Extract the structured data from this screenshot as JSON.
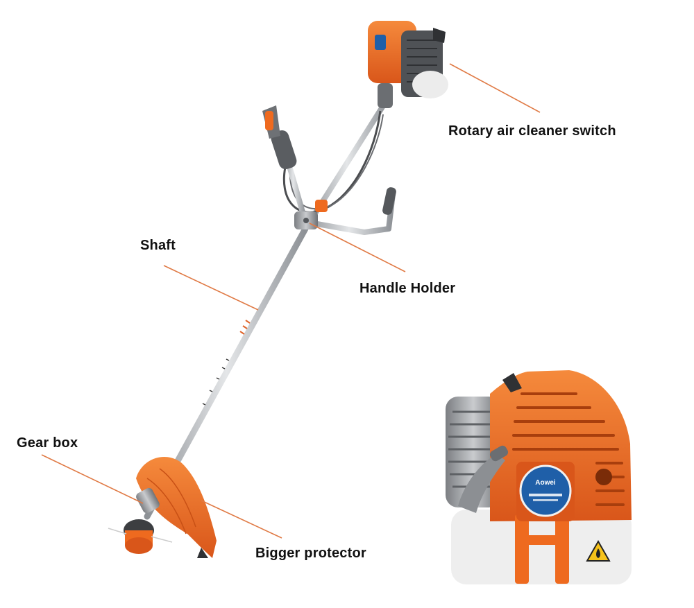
{
  "callouts": {
    "rotary_air_cleaner_switch": "Rotary air cleaner switch",
    "shaft": "Shaft",
    "handle_holder": "Handle Holder",
    "gear_box": "Gear box",
    "bigger_protector": "Bigger protector"
  },
  "engine_badge": {
    "brand": "Aowei"
  },
  "colors": {
    "accent_orange": "#ee6a1f",
    "callout_line": "#e07a45",
    "shaft_silver": "#b9bcc0",
    "engine_white": "#eeeeee",
    "badge_blue": "#1f5fa8",
    "warning_yellow": "#f6c21a"
  }
}
